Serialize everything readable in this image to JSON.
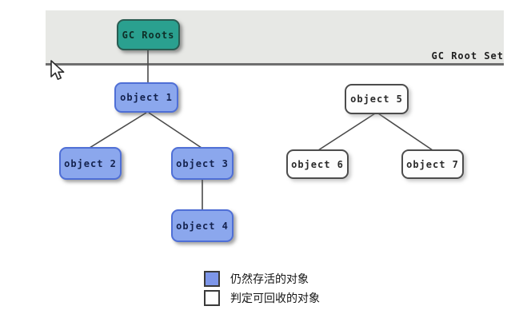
{
  "diagram": {
    "band_label": "GC Root Set",
    "nodes": [
      {
        "id": "gc-roots",
        "label": "GC Roots",
        "type": "root"
      },
      {
        "id": "object-1",
        "label": "object 1",
        "type": "alive"
      },
      {
        "id": "object-2",
        "label": "object 2",
        "type": "alive"
      },
      {
        "id": "object-3",
        "label": "object 3",
        "type": "alive"
      },
      {
        "id": "object-4",
        "label": "object 4",
        "type": "alive"
      },
      {
        "id": "object-5",
        "label": "object 5",
        "type": "recyclable"
      },
      {
        "id": "object-6",
        "label": "object 6",
        "type": "recyclable"
      },
      {
        "id": "object-7",
        "label": "object 7",
        "type": "recyclable"
      }
    ],
    "edges": [
      {
        "from": "gc-roots",
        "to": "object-1"
      },
      {
        "from": "object-1",
        "to": "object-2"
      },
      {
        "from": "object-1",
        "to": "object-3"
      },
      {
        "from": "object-3",
        "to": "object-4"
      },
      {
        "from": "object-5",
        "to": "object-6"
      },
      {
        "from": "object-5",
        "to": "object-7"
      }
    ],
    "legend": [
      {
        "label": "仍然存活的对象",
        "swatch_color": "#7d96e9"
      },
      {
        "label": "判定可回收的对象",
        "swatch_color": "#ffffff"
      }
    ],
    "colors": {
      "root_fill": "#2aa08f",
      "alive_fill": "#8ba7ed",
      "recyclable_fill": "#ffffff",
      "band_fill": "#e7e8e5",
      "line": "#4a4a4a"
    }
  }
}
